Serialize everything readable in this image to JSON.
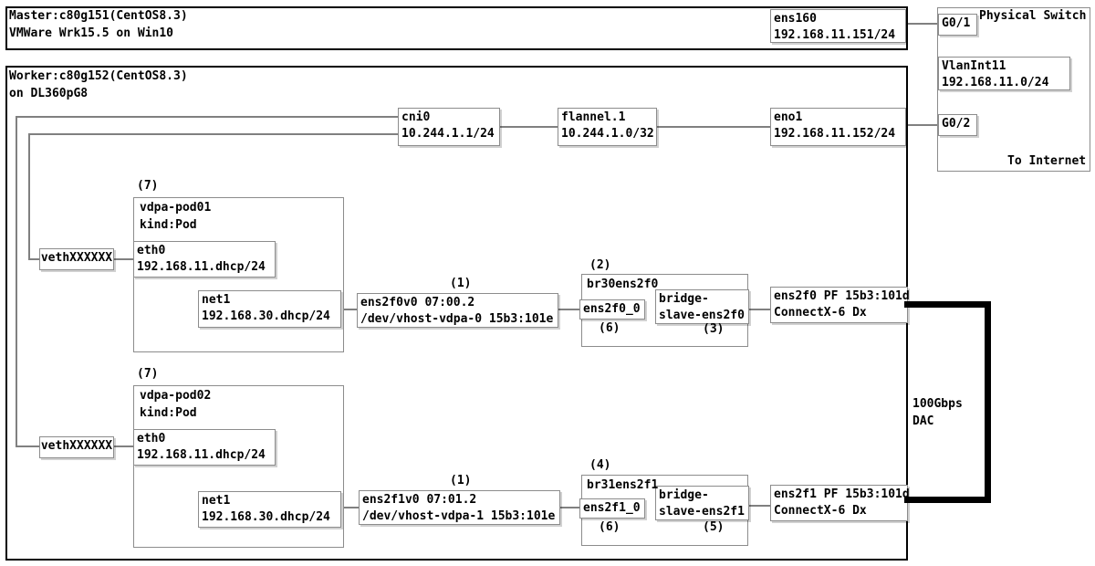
{
  "master": {
    "line1": "Master:c80g151(CentOS8.3)",
    "line2": "VMWare Wrk15.5 on Win10",
    "nic_name": "ens160",
    "nic_ip": "192.168.11.151/24"
  },
  "physical_switch": {
    "title": "Physical Switch",
    "port1": "G0/1",
    "port2": "G0/2",
    "vlan_name": "VlanInt11",
    "vlan_ip": "192.168.11.0/24",
    "note": "To Internet"
  },
  "worker": {
    "line1": "Worker:c80g152(CentOS8.3)",
    "line2": "on DL360pG8",
    "cni0_name": "cni0",
    "cni0_ip": "10.244.1.1/24",
    "flannel_name": "flannel.1",
    "flannel_ip": "10.244.1.0/32",
    "eno1_name": "eno1",
    "eno1_ip": "192.168.11.152/24"
  },
  "pods": [
    {
      "step": "(7)",
      "name": "vdpa-pod01",
      "kind": "kind:Pod",
      "veth": "vethXXXXXX",
      "eth0_name": "eth0",
      "eth0_ip": "192.168.11.dhcp/24",
      "net1_name": "net1",
      "net1_ip": "192.168.30.dhcp/24"
    },
    {
      "step": "(7)",
      "name": "vdpa-pod02",
      "kind": "kind:Pod",
      "veth": "vethXXXXXX",
      "eth0_name": "eth0",
      "eth0_ip": "192.168.11.dhcp/24",
      "net1_name": "net1",
      "net1_ip": "192.168.30.dhcp/24"
    }
  ],
  "vdpa_devices": [
    {
      "step": "(1)",
      "line1": "ens2f0v0 07:00.2",
      "line2": "/dev/vhost-vdpa-0 15b3:101e"
    },
    {
      "step": "(1)",
      "line1": "ens2f1v0 07:01.2",
      "line2": "/dev/vhost-vdpa-1 15b3:101e"
    }
  ],
  "bridges": [
    {
      "step": "(2)",
      "name": "br30ens2f0",
      "vf": "ens2f0_0",
      "vf_step": "(6)",
      "slave_line1": "bridge-",
      "slave_line2": "slave-ens2f0",
      "slave_step": "(3)"
    },
    {
      "step": "(4)",
      "name": "br31ens2f1",
      "vf": "ens2f1_0",
      "vf_step": "(6)",
      "slave_line1": "bridge-",
      "slave_line2": "slave-ens2f1",
      "slave_step": "(5)"
    }
  ],
  "pfs": [
    {
      "line1": "ens2f0 PF 15b3:101d",
      "line2": "ConnectX-6 Dx"
    },
    {
      "line1": "ens2f1 PF 15b3:101d",
      "line2": "ConnectX-6 Dx"
    }
  ],
  "dac": {
    "line1": "100Gbps",
    "line2": "DAC"
  },
  "colors": {
    "line": "#808080",
    "outer_border": "#000000",
    "box_border": "#8c8c8c",
    "dac": "#000000",
    "text": "#000000",
    "bg": "#ffffff"
  }
}
